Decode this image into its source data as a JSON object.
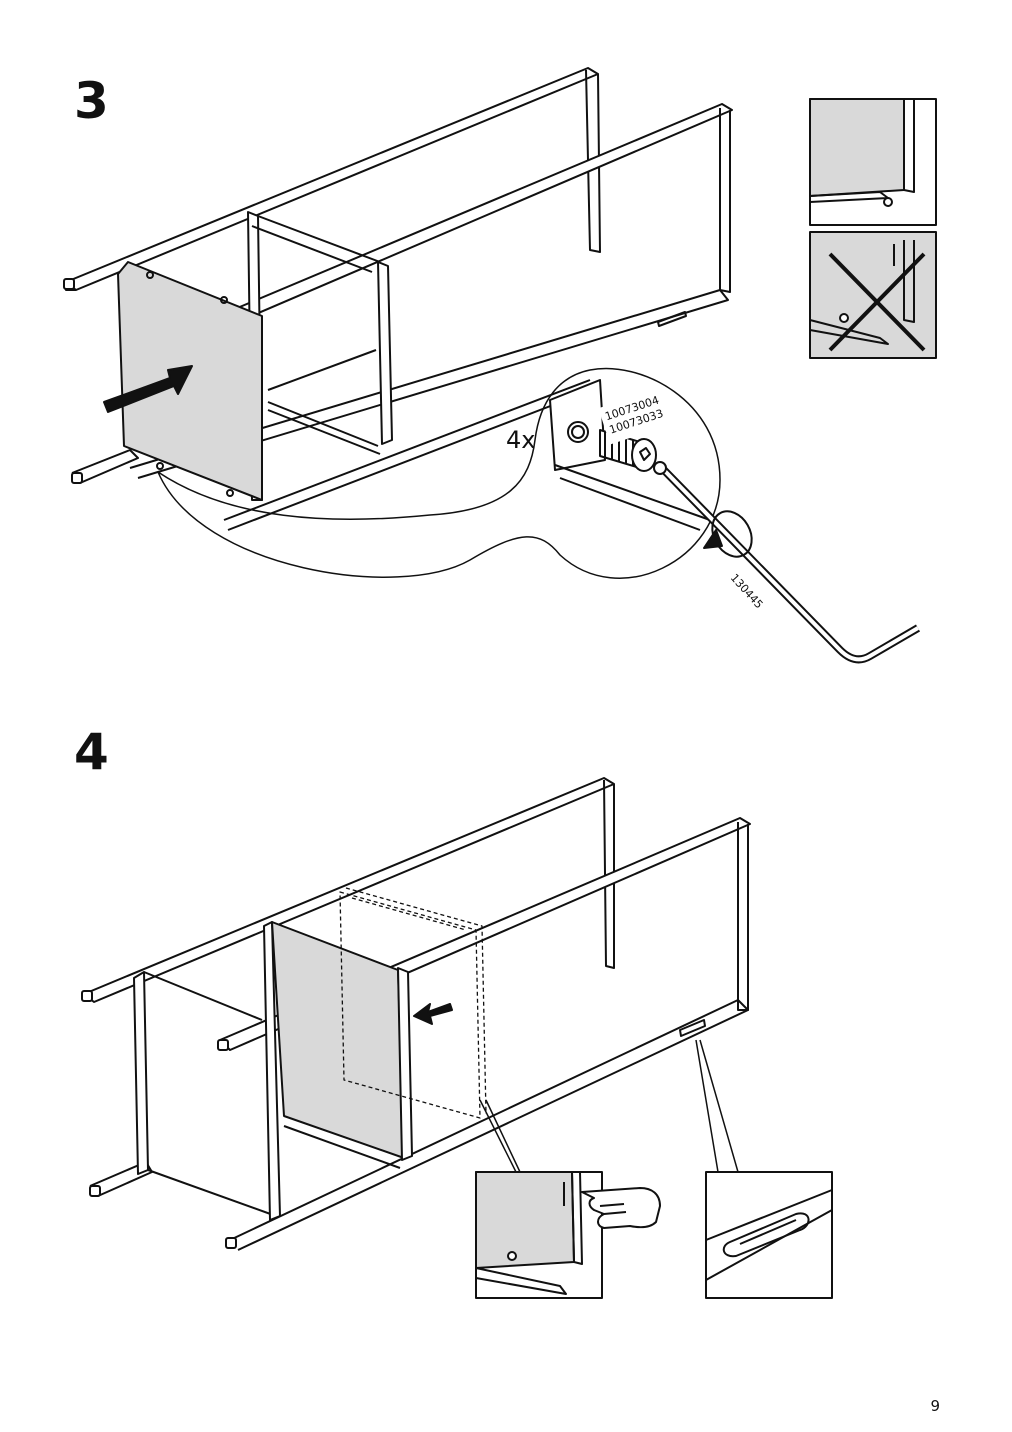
{
  "steps": [
    {
      "number": "3",
      "quantity": "4x",
      "part_numbers": [
        "10073004",
        "10073033"
      ],
      "tool_number": "130445"
    },
    {
      "number": "4"
    }
  ],
  "page_number": "9",
  "colors": {
    "panel_fill": "#d9d9d9",
    "line": "#111111",
    "background": "#ffffff"
  },
  "icons": [
    "arrow-icon",
    "hex-key-icon",
    "screw-icon",
    "pointing-hand-icon",
    "wrong-x-icon",
    "rotation-arrow-icon"
  ]
}
